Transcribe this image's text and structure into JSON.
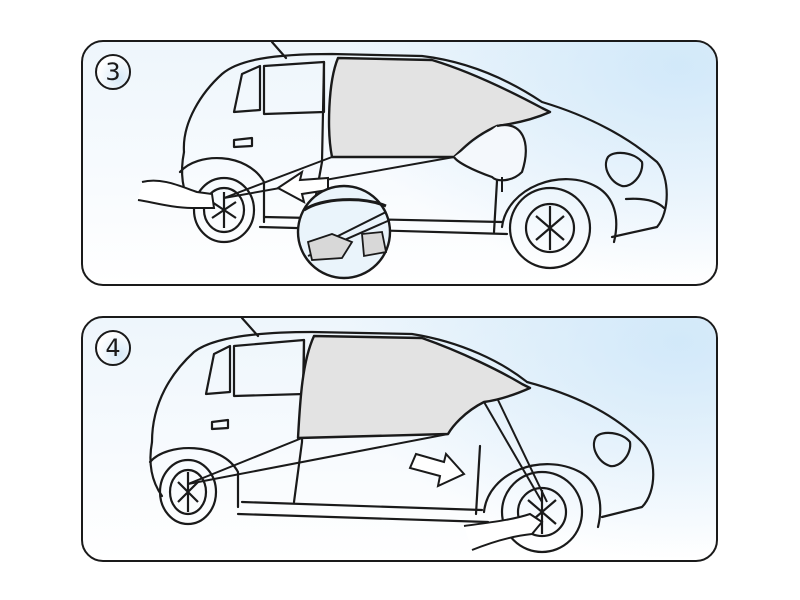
{
  "illustration": {
    "description": "Two-step instruction for fitting a car windscreen frost cover",
    "steps": [
      {
        "number": "3",
        "caption_icon": "arrow-left-icon",
        "action": "Hook strap onto rear wheel on driver side, arrow pointing back toward rear wheel; inset shows door clamping the flap"
      },
      {
        "number": "4",
        "caption_icon": "arrow-right-icon",
        "action": "Hook strap onto front wheel, arrow pointing forward toward front wheel"
      }
    ],
    "colors": {
      "panel_border": "#1a1a1a",
      "panel_bg_top": "#eef6fc",
      "panel_bg_accent": "#c8e4f8",
      "cover_fill": "#e3e3e3",
      "line": "#1a1a1a"
    }
  }
}
